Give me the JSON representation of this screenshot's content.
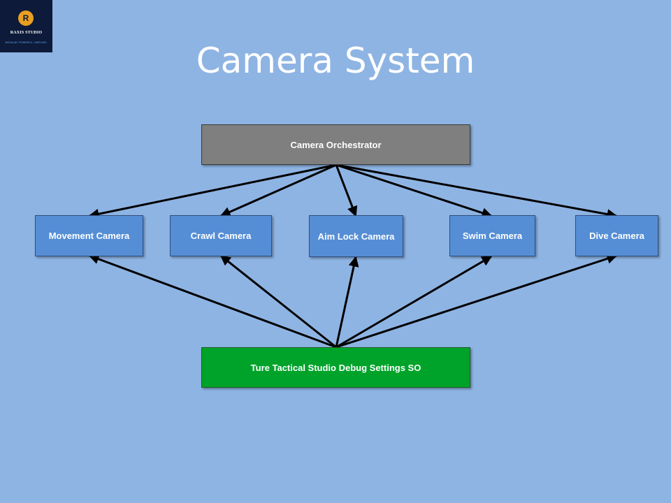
{
  "logo": {
    "mark": "R",
    "name": "RAXIS STUDIO",
    "tagline": "MODULAR. POWERFUL. LIMITLESS."
  },
  "title": "Camera System",
  "diagram": {
    "orchestrator": "Camera Orchestrator",
    "cameras": [
      "Movement Camera",
      "Crawl Camera",
      "Aim Lock Camera",
      "Swim Camera",
      "Dive Camera"
    ],
    "settings": "Ture Tactical Studio Debug Settings SO"
  },
  "colors": {
    "background": "#8eb4e3",
    "orchestrator": "#7f7f7f",
    "camera": "#558ed5",
    "settings": "#00a32a",
    "arrow": "#000000"
  }
}
